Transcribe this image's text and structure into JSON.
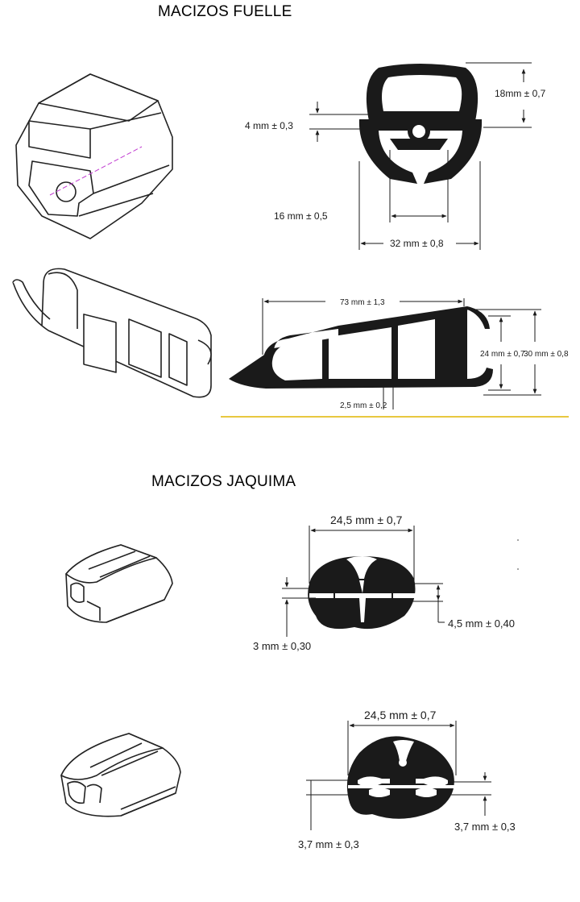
{
  "sections": {
    "fuelle": {
      "title": "MACIZOS FUELLE",
      "dims": {
        "d18": "18mm ± 0,7",
        "d4": "4 mm ± 0,3",
        "d16": "16 mm ± 0,5",
        "d32": "32 mm ± 0,8",
        "d73": "73 mm ± 1,3",
        "d24": "24 mm ± 0,7",
        "d30": "30 mm ± 0,8",
        "d25": "2,5 mm ± 0,2"
      }
    },
    "jaquima": {
      "title": "MACIZOS JAQUIMA",
      "dims": {
        "a_width": "24,5 mm ± 0,7",
        "a_right": "4,5 mm ± 0,40",
        "a_left": "3 mm ± 0,30",
        "b_width": "24,5 mm ± 0,7",
        "b_right": "3,7 mm ± 0,3",
        "b_left": "3,7 mm ± 0,3"
      }
    }
  },
  "colors": {
    "profile": "#1a1a1a",
    "separator": "#e8c840",
    "iso_fill": "#ffffff",
    "highlight": "#c03ad0"
  }
}
